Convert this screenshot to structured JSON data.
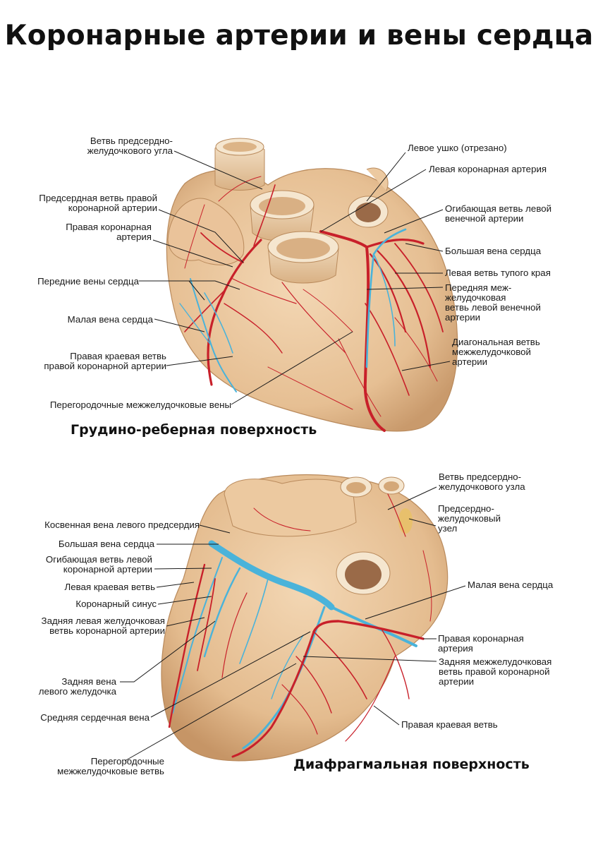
{
  "title": "Коронарные артерии и вены сердца",
  "colors": {
    "artery": "#c8202a",
    "vein": "#4ab3da",
    "tissue": "#ecc9a0",
    "tissue_dark": "#d3a578",
    "text": "#1a1a1a"
  },
  "anterior": {
    "caption": "Грудино-реберная поверхность",
    "labels": {
      "av_angle_branch": "Ветвь предсердно-\nжелудочкового угла",
      "atrial_branch_rca": "Предсердная ветвь правой\nкоронарной артерии",
      "rca": "Правая коронарная\nартерия",
      "anterior_cardiac_veins": "Передние вены сердца",
      "small_cardiac_vein": "Малая вена сердца",
      "right_marginal_branch": "Правая краевая ветвь\nправой коронарной артерии",
      "septal_veins": "Перегородочные межжелудочковые вены",
      "left_auricle": "Левое ушко (отрезано)",
      "lca": "Левая коронарная артерия",
      "circumflex": "Огибающая ветвь левой\nвенечной артерии",
      "great_cardiac_vein": "Большая вена сердца",
      "obtuse_marginal": "Левая ветвь тупого края",
      "lad": "Передняя меж-\nжелудочковая\nветвь левой венечной\nартерии",
      "diagonal": "Диагональная ветвь\nмежжелудочковой\nартерии"
    }
  },
  "posterior": {
    "caption": "Диафрагмальная поверхность",
    "labels": {
      "oblique_vein": "Косвенная вена левого предсердия",
      "great_cardiac_vein": "Большая вена сердца",
      "circumflex": "Огибающая ветвь левой\nкоронарной артерии",
      "left_marginal": "Левая краевая ветвь",
      "coronary_sinus": "Коронарный синус",
      "posterior_lv_branch": "Задняя левая желудочковая\nветвь коронарной артерии",
      "posterior_lv_vein": "Задняя вена\nлевого желудочка",
      "middle_cardiac_vein": "Средняя сердечная вена",
      "septal_branches": "Перегородочные\nмежжелудочковые ветвь",
      "av_node_branch": "Ветвь предсердно-\nжелудочкового узла",
      "av_node": "Предсердно-\nжелудочковый\nузел",
      "small_cardiac_vein": "Малая вена сердца",
      "rca": "Правая коронарная\nартерия",
      "pda": "Задняя межжелудочковая\nветвь правой коронарной\nартерии",
      "right_marginal": "Правая краевая ветвь"
    }
  }
}
